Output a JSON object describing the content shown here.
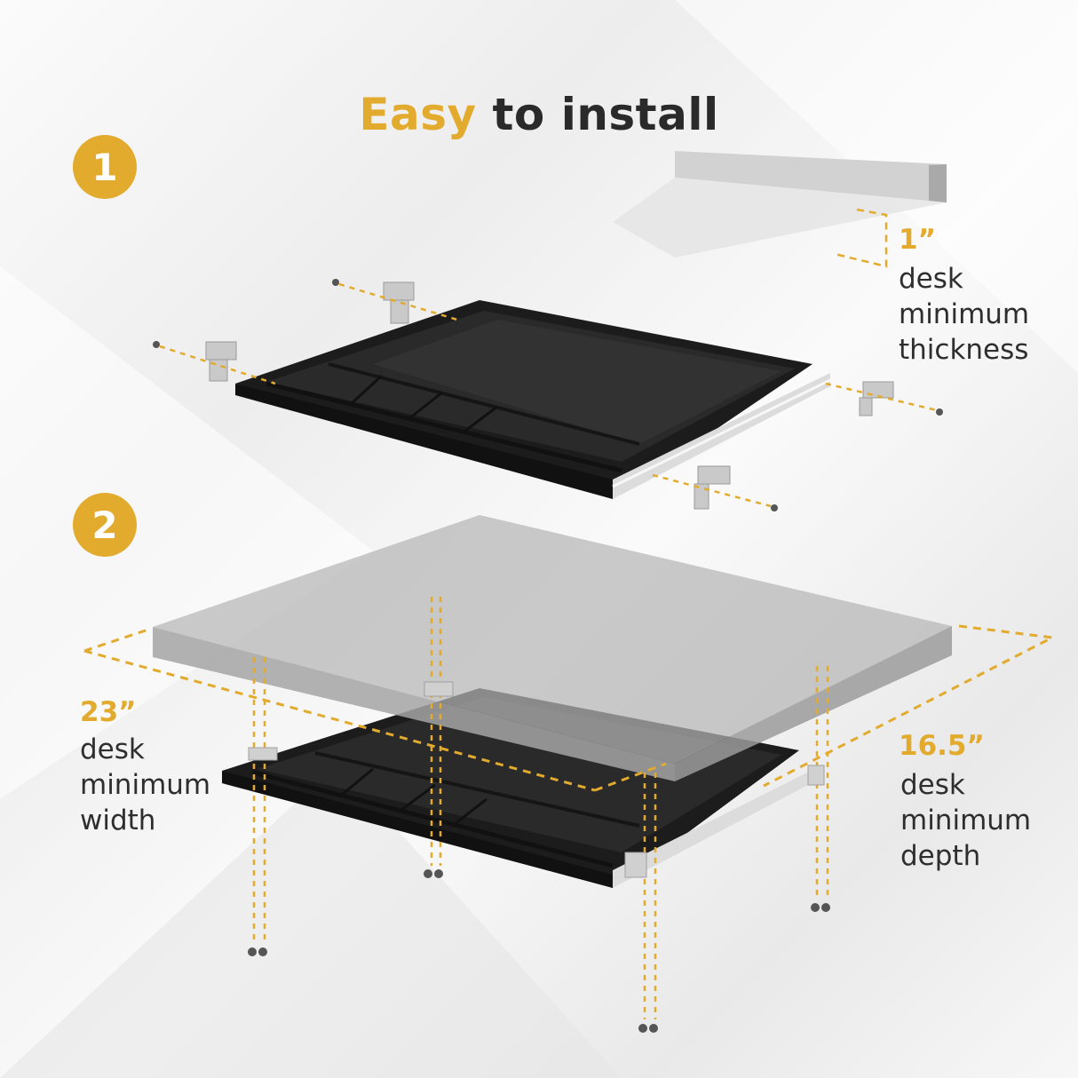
{
  "title": {
    "accent": "Easy",
    "rest": " to install"
  },
  "steps": [
    {
      "number": "1"
    },
    {
      "number": "2"
    }
  ],
  "dimensions": {
    "thickness": {
      "value": "1”",
      "lines": [
        "desk",
        "minimum",
        "thickness"
      ]
    },
    "width": {
      "value": "23”",
      "lines": [
        "desk",
        "minimum",
        "width"
      ]
    },
    "depth": {
      "value": "16.5”",
      "lines": [
        "desk",
        "minimum",
        "depth"
      ]
    }
  },
  "colors": {
    "accent": "#E2AB2E",
    "text": "#2e2e2e",
    "drawer": "#1f1f1f",
    "desk": "#bdbdbd"
  }
}
